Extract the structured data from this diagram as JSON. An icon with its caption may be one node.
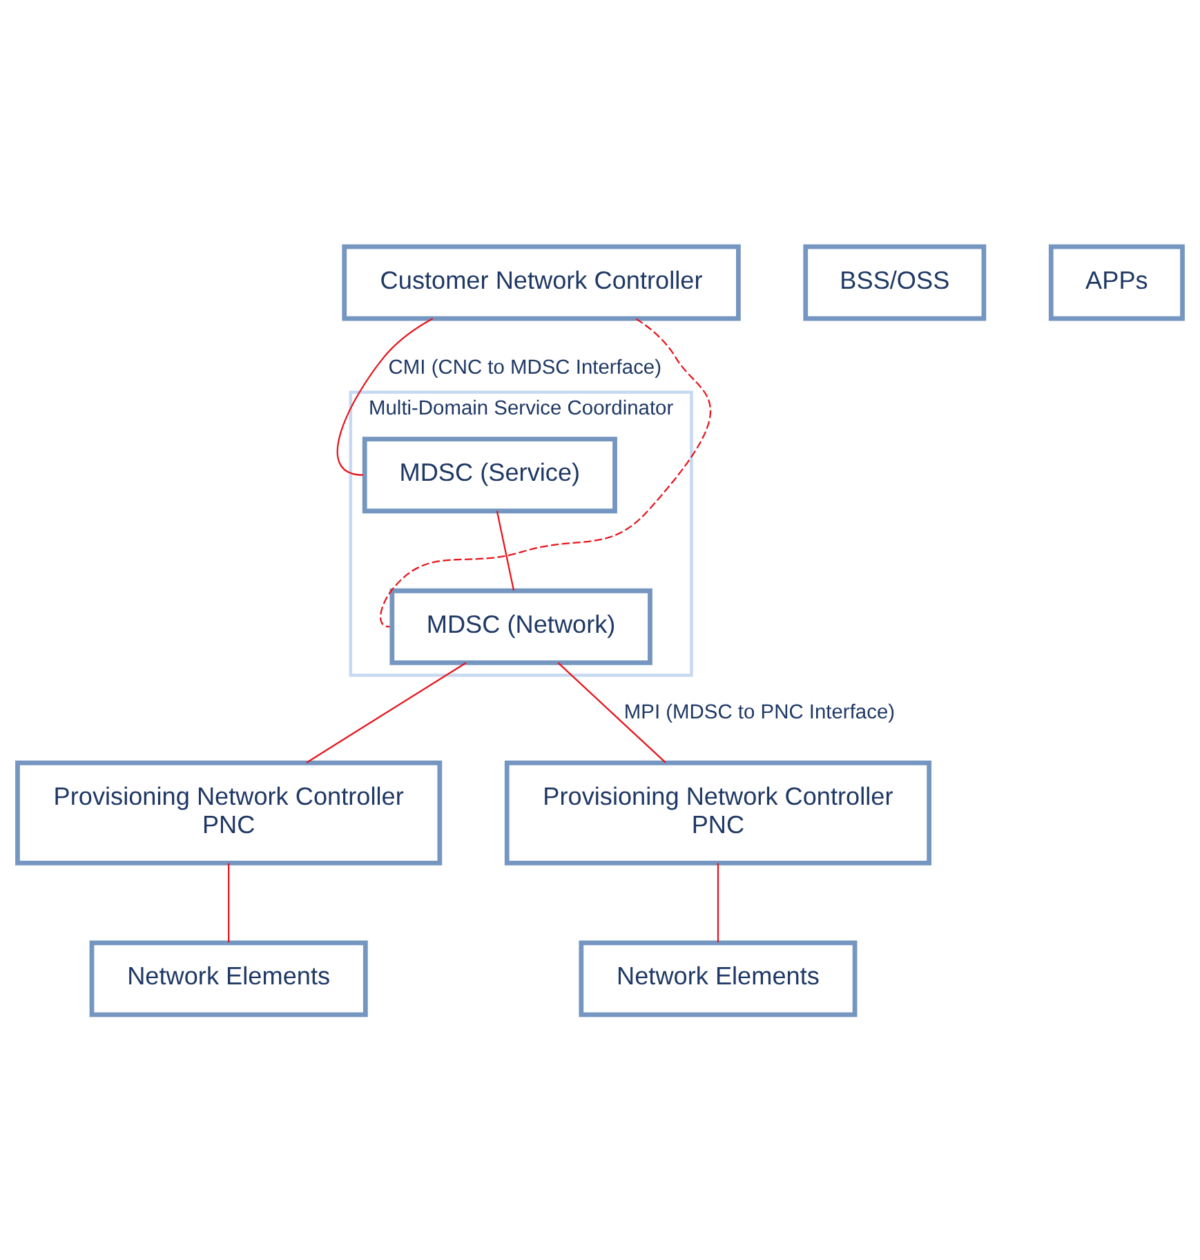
{
  "diagram": {
    "nodes": [
      {
        "text": [
          "Customer Network Controller"
        ]
      },
      {
        "text": [
          "BSS/OSS"
        ]
      },
      {
        "text": [
          "APPs"
        ]
      },
      {
        "text": [
          "Multi-Domain Service Coordinator"
        ]
      },
      {
        "text": [
          "MDSC (Service)"
        ],
        "in": 3
      },
      {
        "text": [
          "MDSC (Network)"
        ],
        "in": 3
      },
      {
        "text": [
          "Provisioning Network Controller",
          "PNC"
        ]
      },
      {
        "text": [
          "Provisioning Network Controller",
          "PNC"
        ]
      },
      {
        "text": [
          "Network Elements"
        ]
      },
      {
        "text": [
          "Network Elements"
        ]
      }
    ],
    "edges": [
      {
        "from": 0,
        "to": 4,
        "arrow": "none",
        "label": "CMI (CNC to MDSC Interface)"
      },
      {
        "from": 0,
        "to": 5,
        "arrow": "none",
        "style": "dashed"
      },
      {
        "from": 4,
        "to": 5,
        "arrow": "none"
      },
      {
        "from": 5,
        "to": 6,
        "arrow": "none"
      },
      {
        "from": 5,
        "to": 7,
        "arrow": "none",
        "label": "MPI (MDSC to PNC Interface)"
      },
      {
        "from": 6,
        "to": 8,
        "arrow": "none"
      },
      {
        "from": 7,
        "to": 9,
        "arrow": "none"
      }
    ]
  }
}
